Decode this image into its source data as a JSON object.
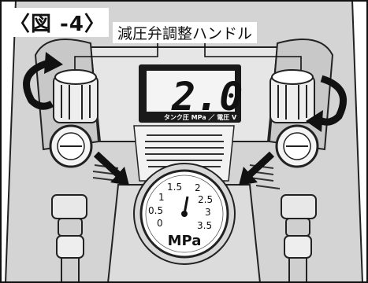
{
  "figure": {
    "title": "〈図 -4〉",
    "callout": "減圧弁調整ハンドル"
  },
  "display": {
    "value": "2.0",
    "label": "タンク圧 MPa ／ 電圧 V"
  },
  "gauge": {
    "ticks": [
      "0",
      "0.5",
      "1",
      "1.5",
      "2",
      "2.5",
      "3",
      "3.5"
    ],
    "unit": "MPa"
  }
}
